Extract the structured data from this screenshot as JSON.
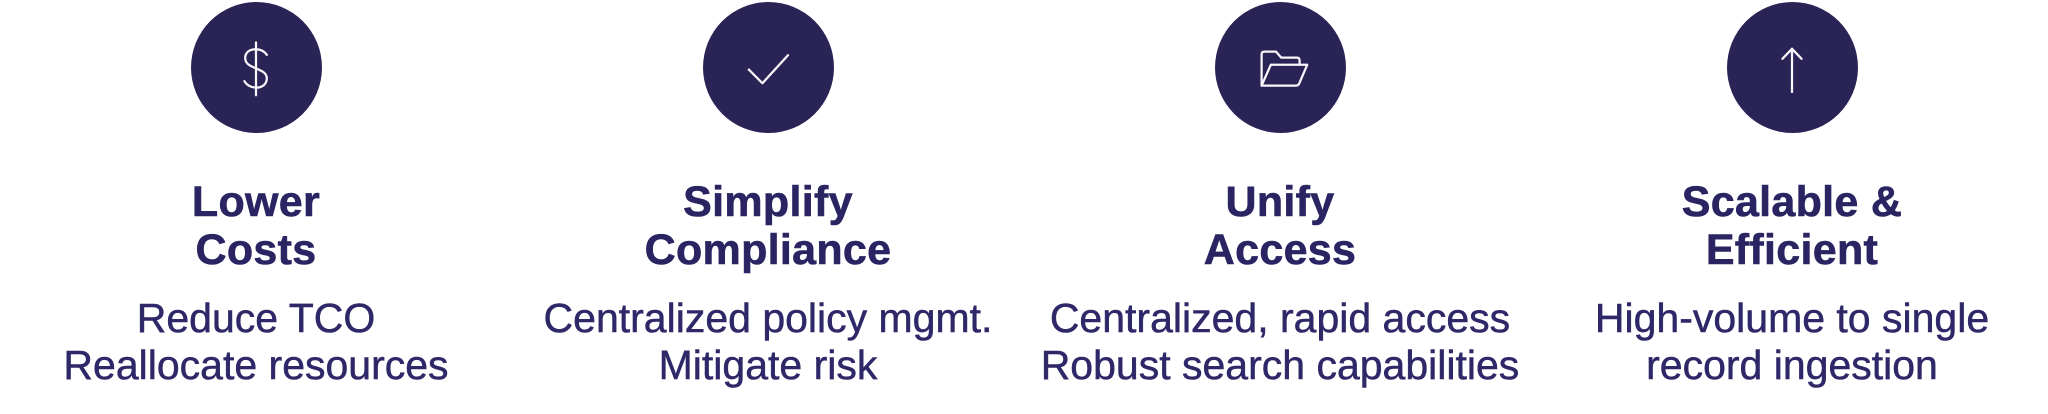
{
  "background_color": "#ffffff",
  "theme": {
    "circle_color": "#2A2456",
    "icon_stroke": "#F7F6FA",
    "title_color": "#2A2462",
    "desc_color": "#2E2868"
  },
  "features": [
    {
      "icon": "dollar-icon",
      "title_lines": [
        "Lower",
        "Costs"
      ],
      "desc_lines": [
        "Reduce TCO",
        "Reallocate resources"
      ]
    },
    {
      "icon": "check-icon",
      "title_lines": [
        "Simplify",
        "Compliance"
      ],
      "desc_lines": [
        "Centralized policy mgmt.",
        "Mitigate risk"
      ]
    },
    {
      "icon": "folder-open-icon",
      "title_lines": [
        "Unify",
        "Access"
      ],
      "desc_lines": [
        "Centralized, rapid access",
        "Robust search capabilities"
      ]
    },
    {
      "icon": "arrow-up-icon",
      "title_lines": [
        "Scalable &",
        "Efficient"
      ],
      "desc_lines": [
        "High-volume to single",
        "record ingestion"
      ]
    }
  ]
}
